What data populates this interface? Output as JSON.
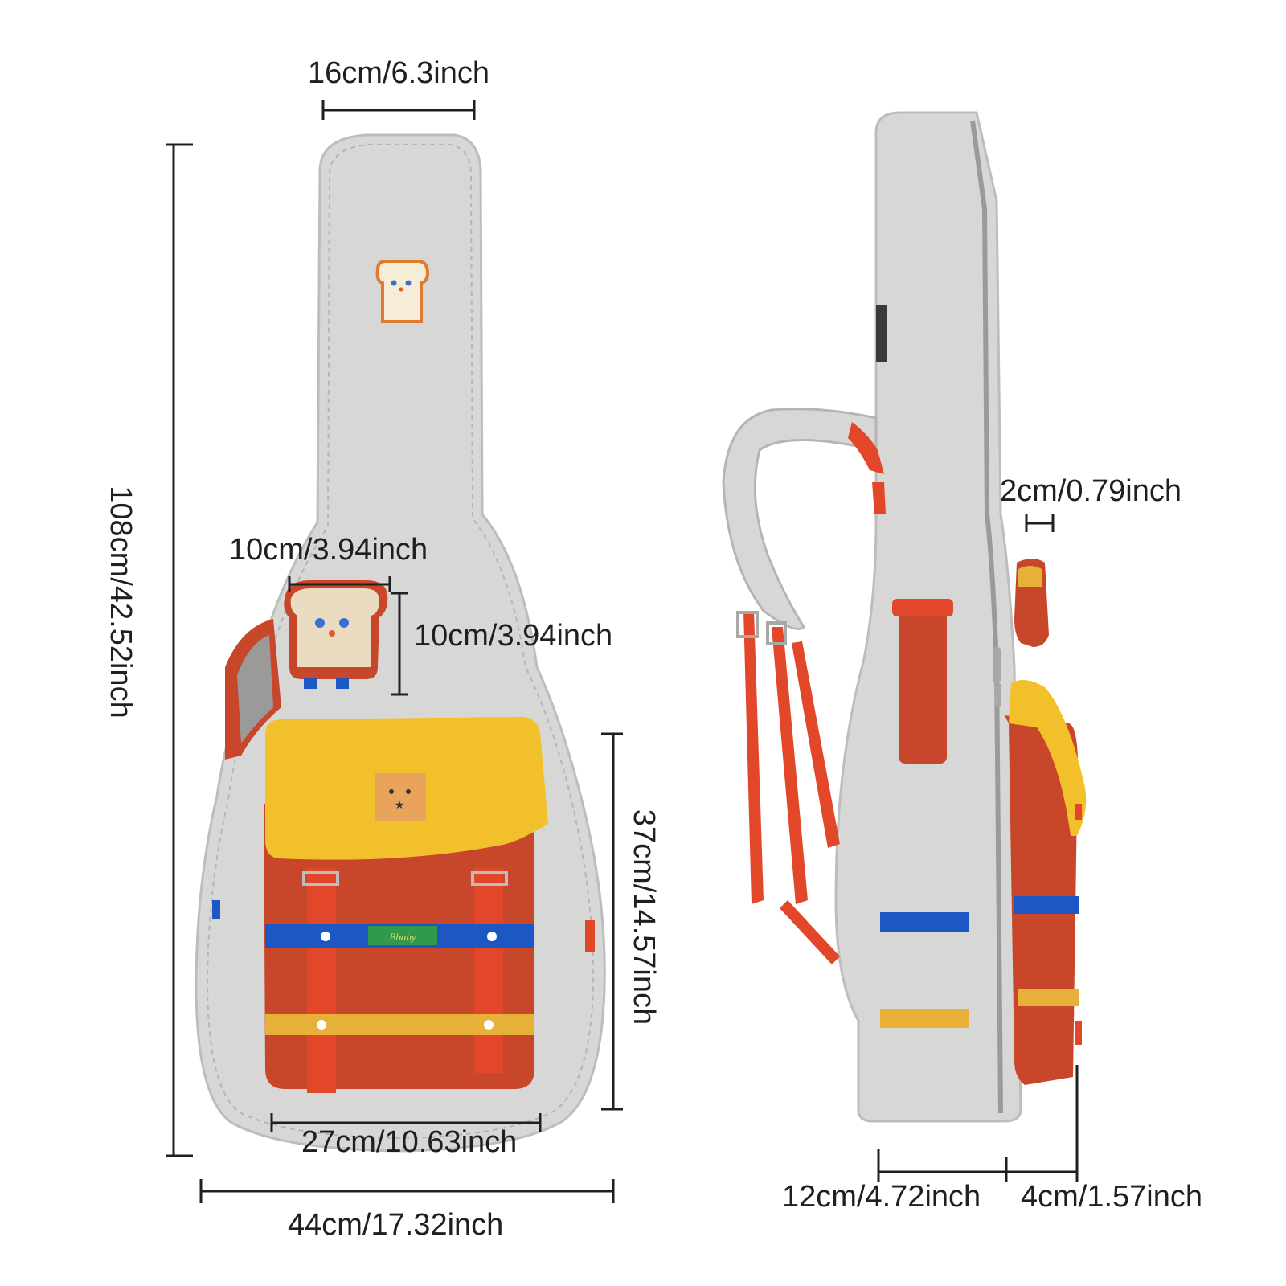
{
  "colors": {
    "bag_gray": "#d7d7d5",
    "bag_shadow": "#bfbfbd",
    "yellow": "#f1c02a",
    "red_orange": "#c8472b",
    "strap_red": "#e2472a",
    "blue": "#1c57c4",
    "dimension_line": "#1f1f1f"
  },
  "front_view": {
    "neck_width": "16cm/6.3inch",
    "total_height": "108cm/42.52inch",
    "small_pouch_width": "10cm/3.94inch",
    "small_pouch_height": "10cm/3.94inch",
    "front_pocket_height": "37cm/14.57inch",
    "front_pocket_width": "27cm/10.63inch",
    "body_width": "44cm/17.32inch",
    "patch_label": "Bbaby"
  },
  "side_view": {
    "pouch_depth": "2cm/0.79inch",
    "body_depth": "12cm/4.72inch",
    "pocket_depth": "4cm/1.57inch"
  }
}
